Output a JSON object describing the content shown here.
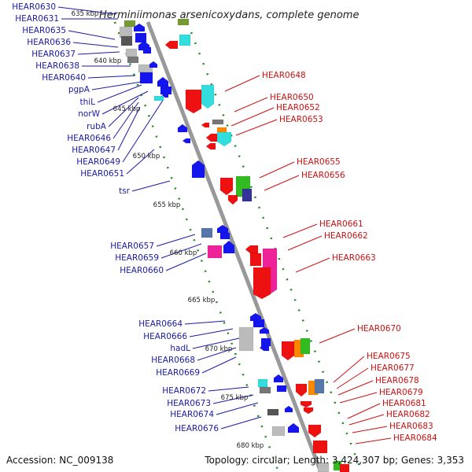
{
  "title": "Herminiimonas arsenicoxydans, complete genome",
  "footer": {
    "accession": "Accession: NC_009138",
    "topology": "Topology: circular; Length: 3,424,307 bp; Genes: 3,353"
  },
  "ticks": [
    "635 kbp",
    "640 kbp",
    "645 kbp",
    "650 kbp",
    "655 kbp",
    "660 kbp",
    "665 kbp",
    "670 kbp",
    "675 kbp",
    "680 kbp"
  ],
  "left_genes": [
    "HEAR0630",
    "HEAR0631",
    "HEAR0635",
    "HEAR0636",
    "HEAR0637",
    "HEAR0638",
    "HEAR0640",
    "pgpA",
    "thiL",
    "norW",
    "rubA",
    "HEAR0646",
    "HEAR0647",
    "HEAR0649",
    "HEAR0651",
    "tsr",
    "HEAR0657",
    "HEAR0659",
    "HEAR0660",
    "HEAR0664",
    "HEAR0666",
    "hadL",
    "HEAR0668",
    "HEAR0669",
    "HEAR0672",
    "HEAR0673",
    "HEAR0674",
    "HEAR0676"
  ],
  "right_genes": [
    "HEAR0648",
    "HEAR0650",
    "HEAR0652",
    "HEAR0653",
    "HEAR0655",
    "HEAR0656",
    "HEAR0661",
    "HEAR0662",
    "HEAR0663",
    "HEAR0670",
    "HEAR0675",
    "HEAR0677",
    "HEAR0678",
    "HEAR0679",
    "HEAR0681",
    "HEAR0682",
    "HEAR0683",
    "HEAR0684"
  ],
  "colors": {
    "backbone": "#999999",
    "ruler": "#228822",
    "left_label": "#1a1aa6",
    "right_label": "#cc1111"
  }
}
